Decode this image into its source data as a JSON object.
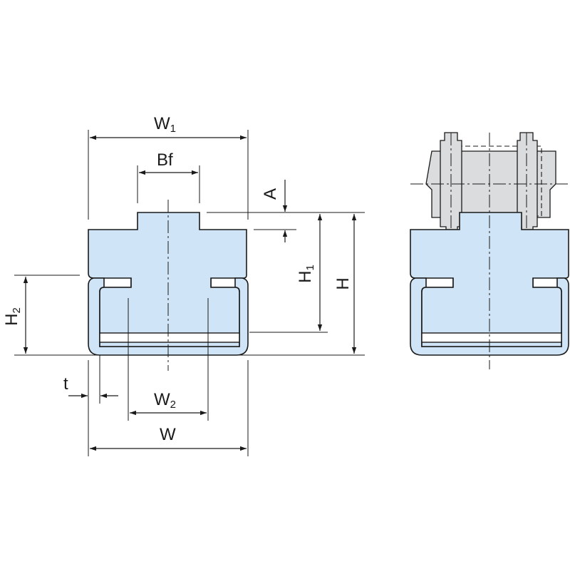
{
  "diagram": {
    "labels": {
      "w1_main": "W",
      "w1_sub": "1",
      "bf": "Bf",
      "a": "A",
      "h1_main": "H",
      "h1_sub": "1",
      "h": "H",
      "h2_main": "H",
      "h2_sub": "2",
      "t": "t",
      "w2_main": "W",
      "w2_sub": "2",
      "w": "W"
    },
    "colors": {
      "profile_fill": "#cfe4f6",
      "chain_fill": "#dadcde",
      "line": "#1a1a1a"
    }
  }
}
